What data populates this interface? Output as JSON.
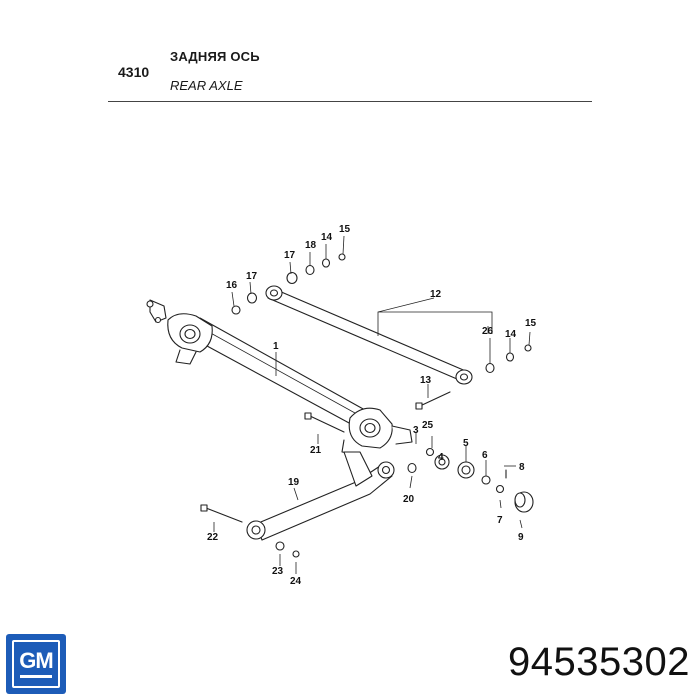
{
  "header": {
    "section_code": "4310",
    "title_ru": "ЗАДНЯЯ ОСЬ",
    "title_en": "REAR AXLE"
  },
  "callouts": [
    "1",
    "3",
    "4",
    "5",
    "6",
    "7",
    "8",
    "9",
    "12",
    "13",
    "14",
    "14",
    "15",
    "15",
    "16",
    "17",
    "17",
    "18",
    "19",
    "20",
    "21",
    "22",
    "23",
    "24",
    "25",
    "26"
  ],
  "brand": {
    "logo_text": "GM",
    "color": "#1d5cb8"
  },
  "part_number": "94535302"
}
